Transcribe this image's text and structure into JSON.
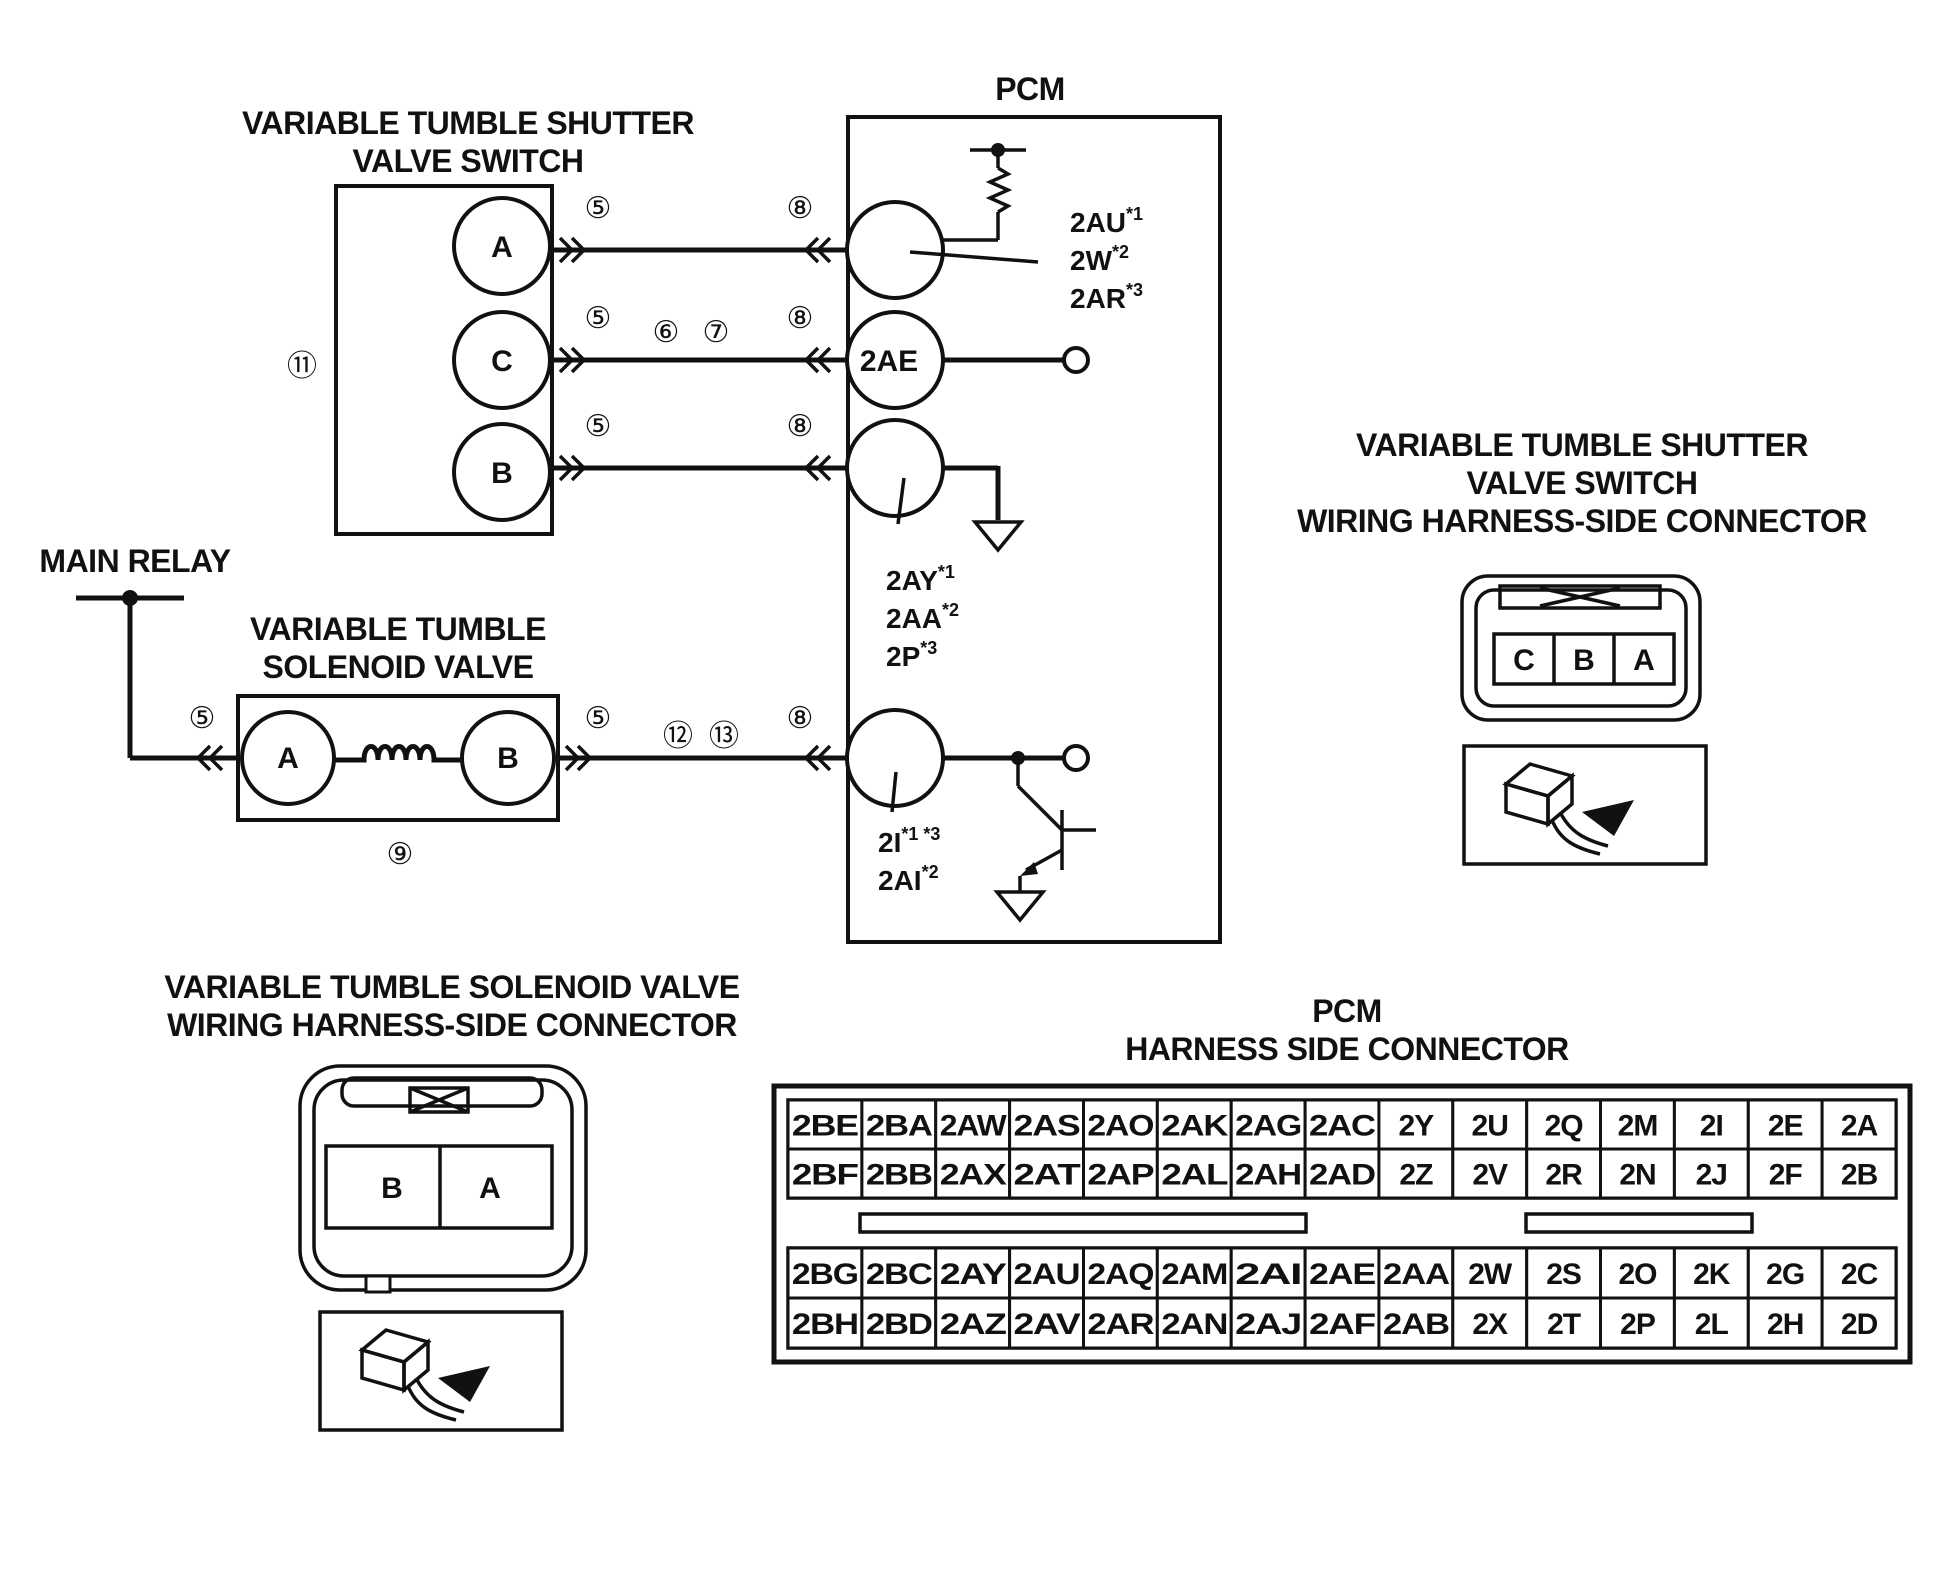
{
  "labels": {
    "pcm": "PCM",
    "switch_title_1": "VARIABLE TUMBLE SHUTTER",
    "switch_title_2": "VALVE SWITCH",
    "main_relay": "MAIN RELAY",
    "solenoid_title_1": "VARIABLE TUMBLE",
    "solenoid_title_2": "SOLENOID VALVE",
    "sw_conn_title_1": "VARIABLE TUMBLE SHUTTER",
    "sw_conn_title_2": "VALVE SWITCH",
    "sw_conn_title_3": "WIRING HARNESS-SIDE CONNECTOR",
    "sol_conn_title_1": "VARIABLE TUMBLE SOLENOID VALVE",
    "sol_conn_title_2": "WIRING HARNESS-SIDE CONNECTOR",
    "pcm_conn_title_1": "PCM",
    "pcm_conn_title_2": "HARNESS SIDE CONNECTOR"
  },
  "switch_pins": [
    "A",
    "C",
    "B"
  ],
  "solenoid_pins": [
    "A",
    "B"
  ],
  "pcm_terminals": {
    "top": {
      "main": [
        "2AU",
        "2W",
        "2AR"
      ],
      "sup": [
        "*1",
        "*2",
        "*3"
      ]
    },
    "middle": "2AE",
    "ground": {
      "main": [
        "2AY",
        "2AA",
        "2P"
      ],
      "sup": [
        "*1",
        "*2",
        "*3"
      ]
    },
    "drive": {
      "main": [
        "2I",
        "2AI"
      ],
      "sup": [
        "*1 *3",
        "*2"
      ]
    }
  },
  "callouts": {
    "c5": "⑤",
    "c6": "⑥",
    "c7": "⑦",
    "c8": "⑧",
    "c9": "⑨",
    "c11": "⑪",
    "c12": "⑫",
    "c13": "⑬"
  },
  "switch_connector_pins": [
    "C",
    "B",
    "A"
  ],
  "solenoid_connector_pins": [
    "B",
    "A"
  ],
  "pcm_connector": {
    "top_rows": [
      [
        "2BE",
        "2BA",
        "2AW",
        "2AS",
        "2AO",
        "2AK",
        "2AG",
        "2AC",
        "2Y",
        "2U",
        "2Q",
        "2M",
        "2I",
        "2E",
        "2A"
      ],
      [
        "2BF",
        "2BB",
        "2AX",
        "2AT",
        "2AP",
        "2AL",
        "2AH",
        "2AD",
        "2Z",
        "2V",
        "2R",
        "2N",
        "2J",
        "2F",
        "2B"
      ]
    ],
    "bottom_rows": [
      [
        "2BG",
        "2BC",
        "2AY",
        "2AU",
        "2AQ",
        "2AM",
        "2AI",
        "2AE",
        "2AA",
        "2W",
        "2S",
        "2O",
        "2K",
        "2G",
        "2C"
      ],
      [
        "2BH",
        "2BD",
        "2AZ",
        "2AV",
        "2AR",
        "2AN",
        "2AJ",
        "2AF",
        "2AB",
        "2X",
        "2T",
        "2P",
        "2L",
        "2H",
        "2D"
      ]
    ]
  }
}
